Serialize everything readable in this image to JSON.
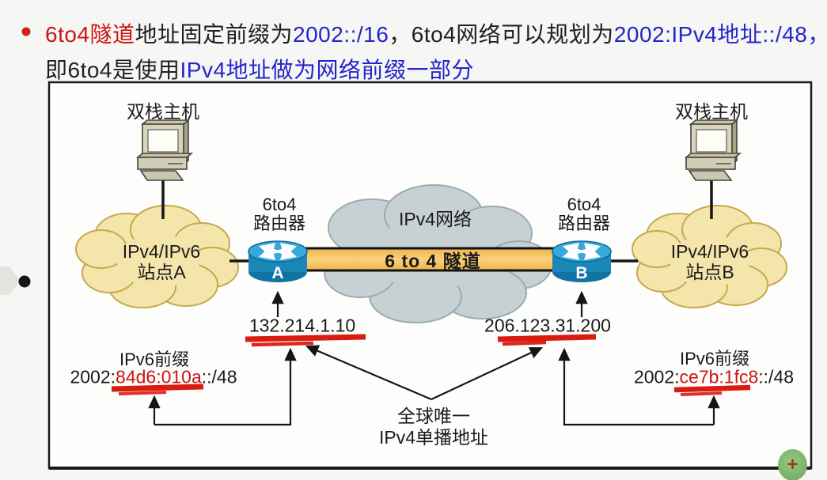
{
  "heading": {
    "line1": {
      "red": "6to4隧道",
      "black1": "地址固定前缀为",
      "blue1": "2002::/16",
      "black2": "，6to4网络可以规划为",
      "blue2": "2002:IPv4地址::/48，"
    },
    "line2": {
      "black": "即6to4是使用",
      "blue": "IPv4地址做为网络前缀一部分"
    }
  },
  "diagram": {
    "left_host_label": "双栈主机",
    "right_host_label": "双栈主机",
    "left_cloud": {
      "line1": "IPv4/IPv6",
      "line2": "站点A"
    },
    "right_cloud": {
      "line1": "IPv4/IPv6",
      "line2": "站点B"
    },
    "center_cloud_label": "IPv4网络",
    "left_router_label": {
      "line1": "6to4",
      "line2": "路由器"
    },
    "right_router_label": {
      "line1": "6to4",
      "line2": "路由器"
    },
    "left_router_letter": "A",
    "right_router_letter": "B",
    "tunnel_label": "6 to 4 隧道",
    "left_router_ip": "132.214.1.10",
    "right_router_ip": "206.123.31.200",
    "left_prefix": {
      "title": "IPv6前缀",
      "pre": "2002:",
      "highlight": "84d6:010a",
      "post": "::/48"
    },
    "right_prefix": {
      "title": "IPv6前缀",
      "pre": "2002:",
      "highlight": "ce7b:1fc8",
      "post": "::/48"
    },
    "global_note": {
      "line1": "全球唯一",
      "line2": "IPv4单播地址"
    }
  },
  "controls": {
    "add_button_label": "+"
  },
  "colors": {
    "accent_red_text": "#cc1414",
    "accent_blue_text": "#2424cc",
    "marker_red": "#da1b10",
    "tunnel_amber": "#f1bd55",
    "site_cloud_yellow": "#f4e5ab",
    "ipv4_cloud_gray": "#c7d1d4",
    "router_blue": "#1b86b8",
    "plus_button_green": "#7cb469"
  }
}
